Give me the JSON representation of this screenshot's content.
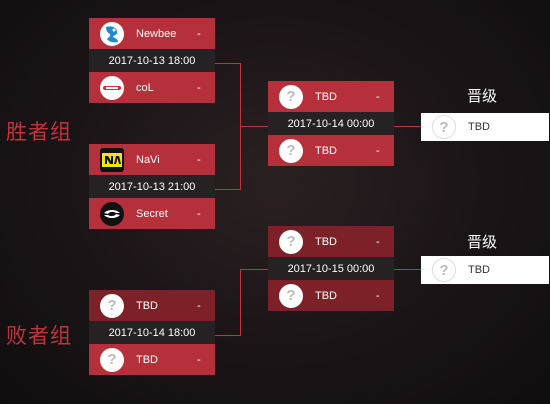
{
  "groups": {
    "winners_label": "胜者组",
    "losers_label": "败者组"
  },
  "matches": {
    "m1": {
      "team1": {
        "name": "Newbee",
        "score": "-"
      },
      "date": "2017-10-13 18:00",
      "team2": {
        "name": "coL",
        "score": "-"
      }
    },
    "m2": {
      "team1": {
        "name": "NaVi",
        "score": "-"
      },
      "date": "2017-10-13 21:00",
      "team2": {
        "name": "Secret",
        "score": "-"
      }
    },
    "m3": {
      "team1": {
        "name": "TBD",
        "score": "-"
      },
      "date": "2017-10-14 00:00",
      "team2": {
        "name": "TBD",
        "score": "-"
      }
    },
    "m4": {
      "team1": {
        "name": "TBD",
        "score": "-"
      },
      "date": "2017-10-15 00:00",
      "team2": {
        "name": "TBD",
        "score": "-"
      }
    },
    "m5": {
      "team1": {
        "name": "TBD",
        "score": "-"
      },
      "date": "2017-10-14 18:00",
      "team2": {
        "name": "TBD",
        "score": "-"
      }
    }
  },
  "advance": {
    "upper": {
      "label": "晋级",
      "team": "TBD"
    },
    "lower": {
      "label": "晋级",
      "team": "TBD"
    }
  },
  "colors": {
    "accent": "#b5303a",
    "accent_dark": "#7e2027",
    "date_bg": "#262122",
    "label_red": "#c0343e"
  }
}
